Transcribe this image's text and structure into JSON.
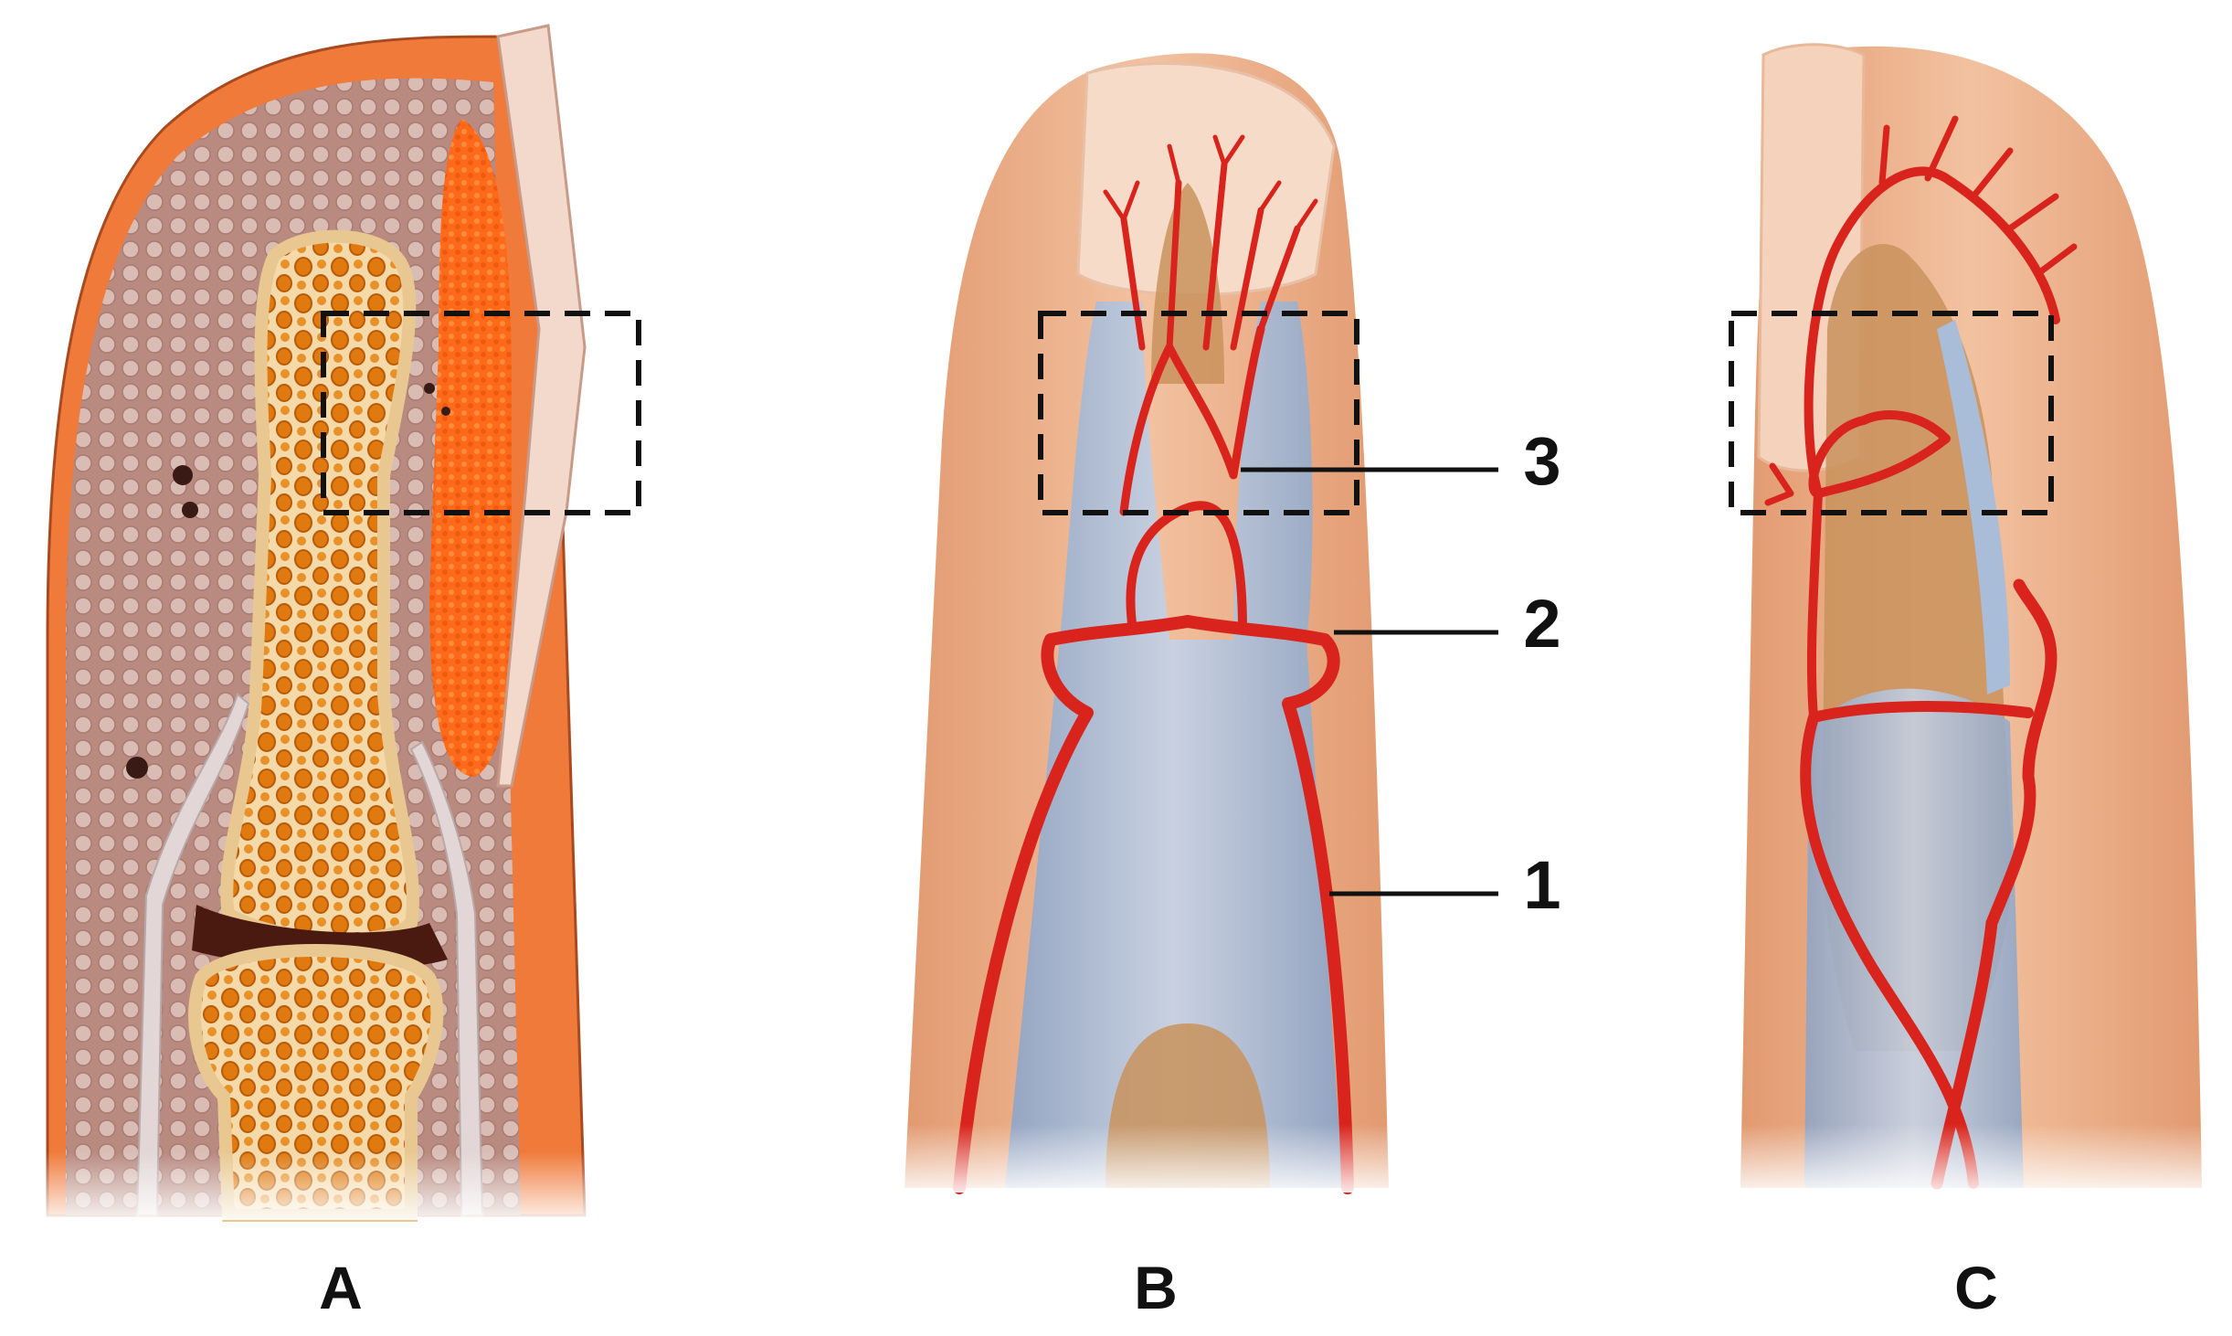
{
  "panels": [
    {
      "id": "A",
      "label": "A"
    },
    {
      "id": "B",
      "label": "B"
    },
    {
      "id": "C",
      "label": "C"
    }
  ],
  "callouts": [
    {
      "number": "1"
    },
    {
      "number": "2"
    },
    {
      "number": "3"
    }
  ],
  "colors": {
    "skin": "#e8a57e",
    "skin_light": "#f2c7a8",
    "dermis_section": "#b88a80",
    "epidermis_edge": "#f07a3a",
    "bone_cortex": "#f5d9a8",
    "bone_marrow": "#e07a10",
    "nail_bed": "#ff6a1a",
    "nail": "#f3d9cc",
    "artery": "#d8241c",
    "ligament": "#a9bcd8",
    "bone_exterior": "#c9925c",
    "outline": "#111111"
  },
  "icons": [
    "dashed-region-of-interest-box"
  ]
}
